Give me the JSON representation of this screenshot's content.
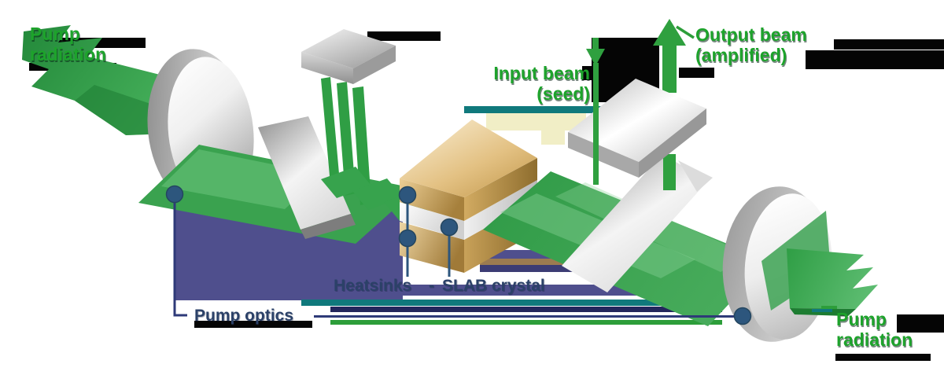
{
  "labels": {
    "pump_radiation_top": [
      "Pump",
      "radiation"
    ],
    "input_beam": [
      "Input beam",
      "(seed)"
    ],
    "output_beam": [
      "Output beam",
      "(amplified)"
    ],
    "heatsinks": "Heatsinks",
    "separator": "-",
    "slab_crystal": "SLAB crystal",
    "pump_optics": "Pump optics",
    "pump_radiation_bottom": [
      "Pump",
      "radiation"
    ]
  },
  "colors": {
    "beam_green": "#2f9e44",
    "label_green": "#1da32b",
    "label_blue": "#2b4168",
    "leader_navy": "#2e3a78",
    "leader_teal": "#10797c",
    "connector_dot_blue": "#2d567d",
    "panel_indigo": "#4f4f8d",
    "crystal_gold": "#d9b36a",
    "crystal_layer_white": "#e9e9e9",
    "mirror_silver": "#c9c9c9",
    "band_tan": "#9c7b50",
    "band_cream": "#f1eec6"
  },
  "shapes": [
    "pump-beam-top-left",
    "parabolic-mirror-left",
    "pump-beam-sheet",
    "fold-mirror-lower-left",
    "fold-mirror-top-box",
    "multipass-beam-stripes",
    "heatsink-top-block",
    "slab-crystal-layer",
    "heatsink-bottom-block",
    "amplified-beam-sheet",
    "fold-mirror-diagonal-bar",
    "fold-mirror-upper-slab",
    "seed-beam-down-arrow",
    "output-beam-up-arrow",
    "parabolic-mirror-right",
    "pump-beam-bottom-right"
  ]
}
